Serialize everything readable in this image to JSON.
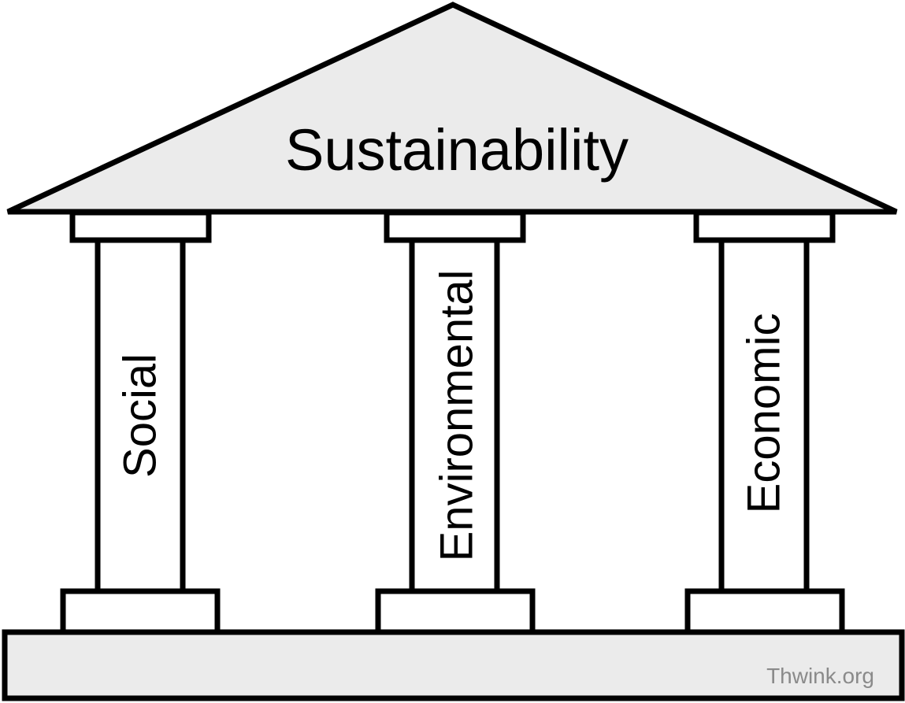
{
  "diagram": {
    "roof_label": "Sustainability",
    "pillars": [
      {
        "label": "Social"
      },
      {
        "label": "Environmental"
      },
      {
        "label": "Economic"
      }
    ],
    "credit": "Thwink.org",
    "colors": {
      "roof_fill": "#ebebeb",
      "base_fill": "#ebebeb",
      "pillar_fill": "#ffffff",
      "outline": "#000000",
      "credit_text": "#8a8a8a"
    }
  }
}
